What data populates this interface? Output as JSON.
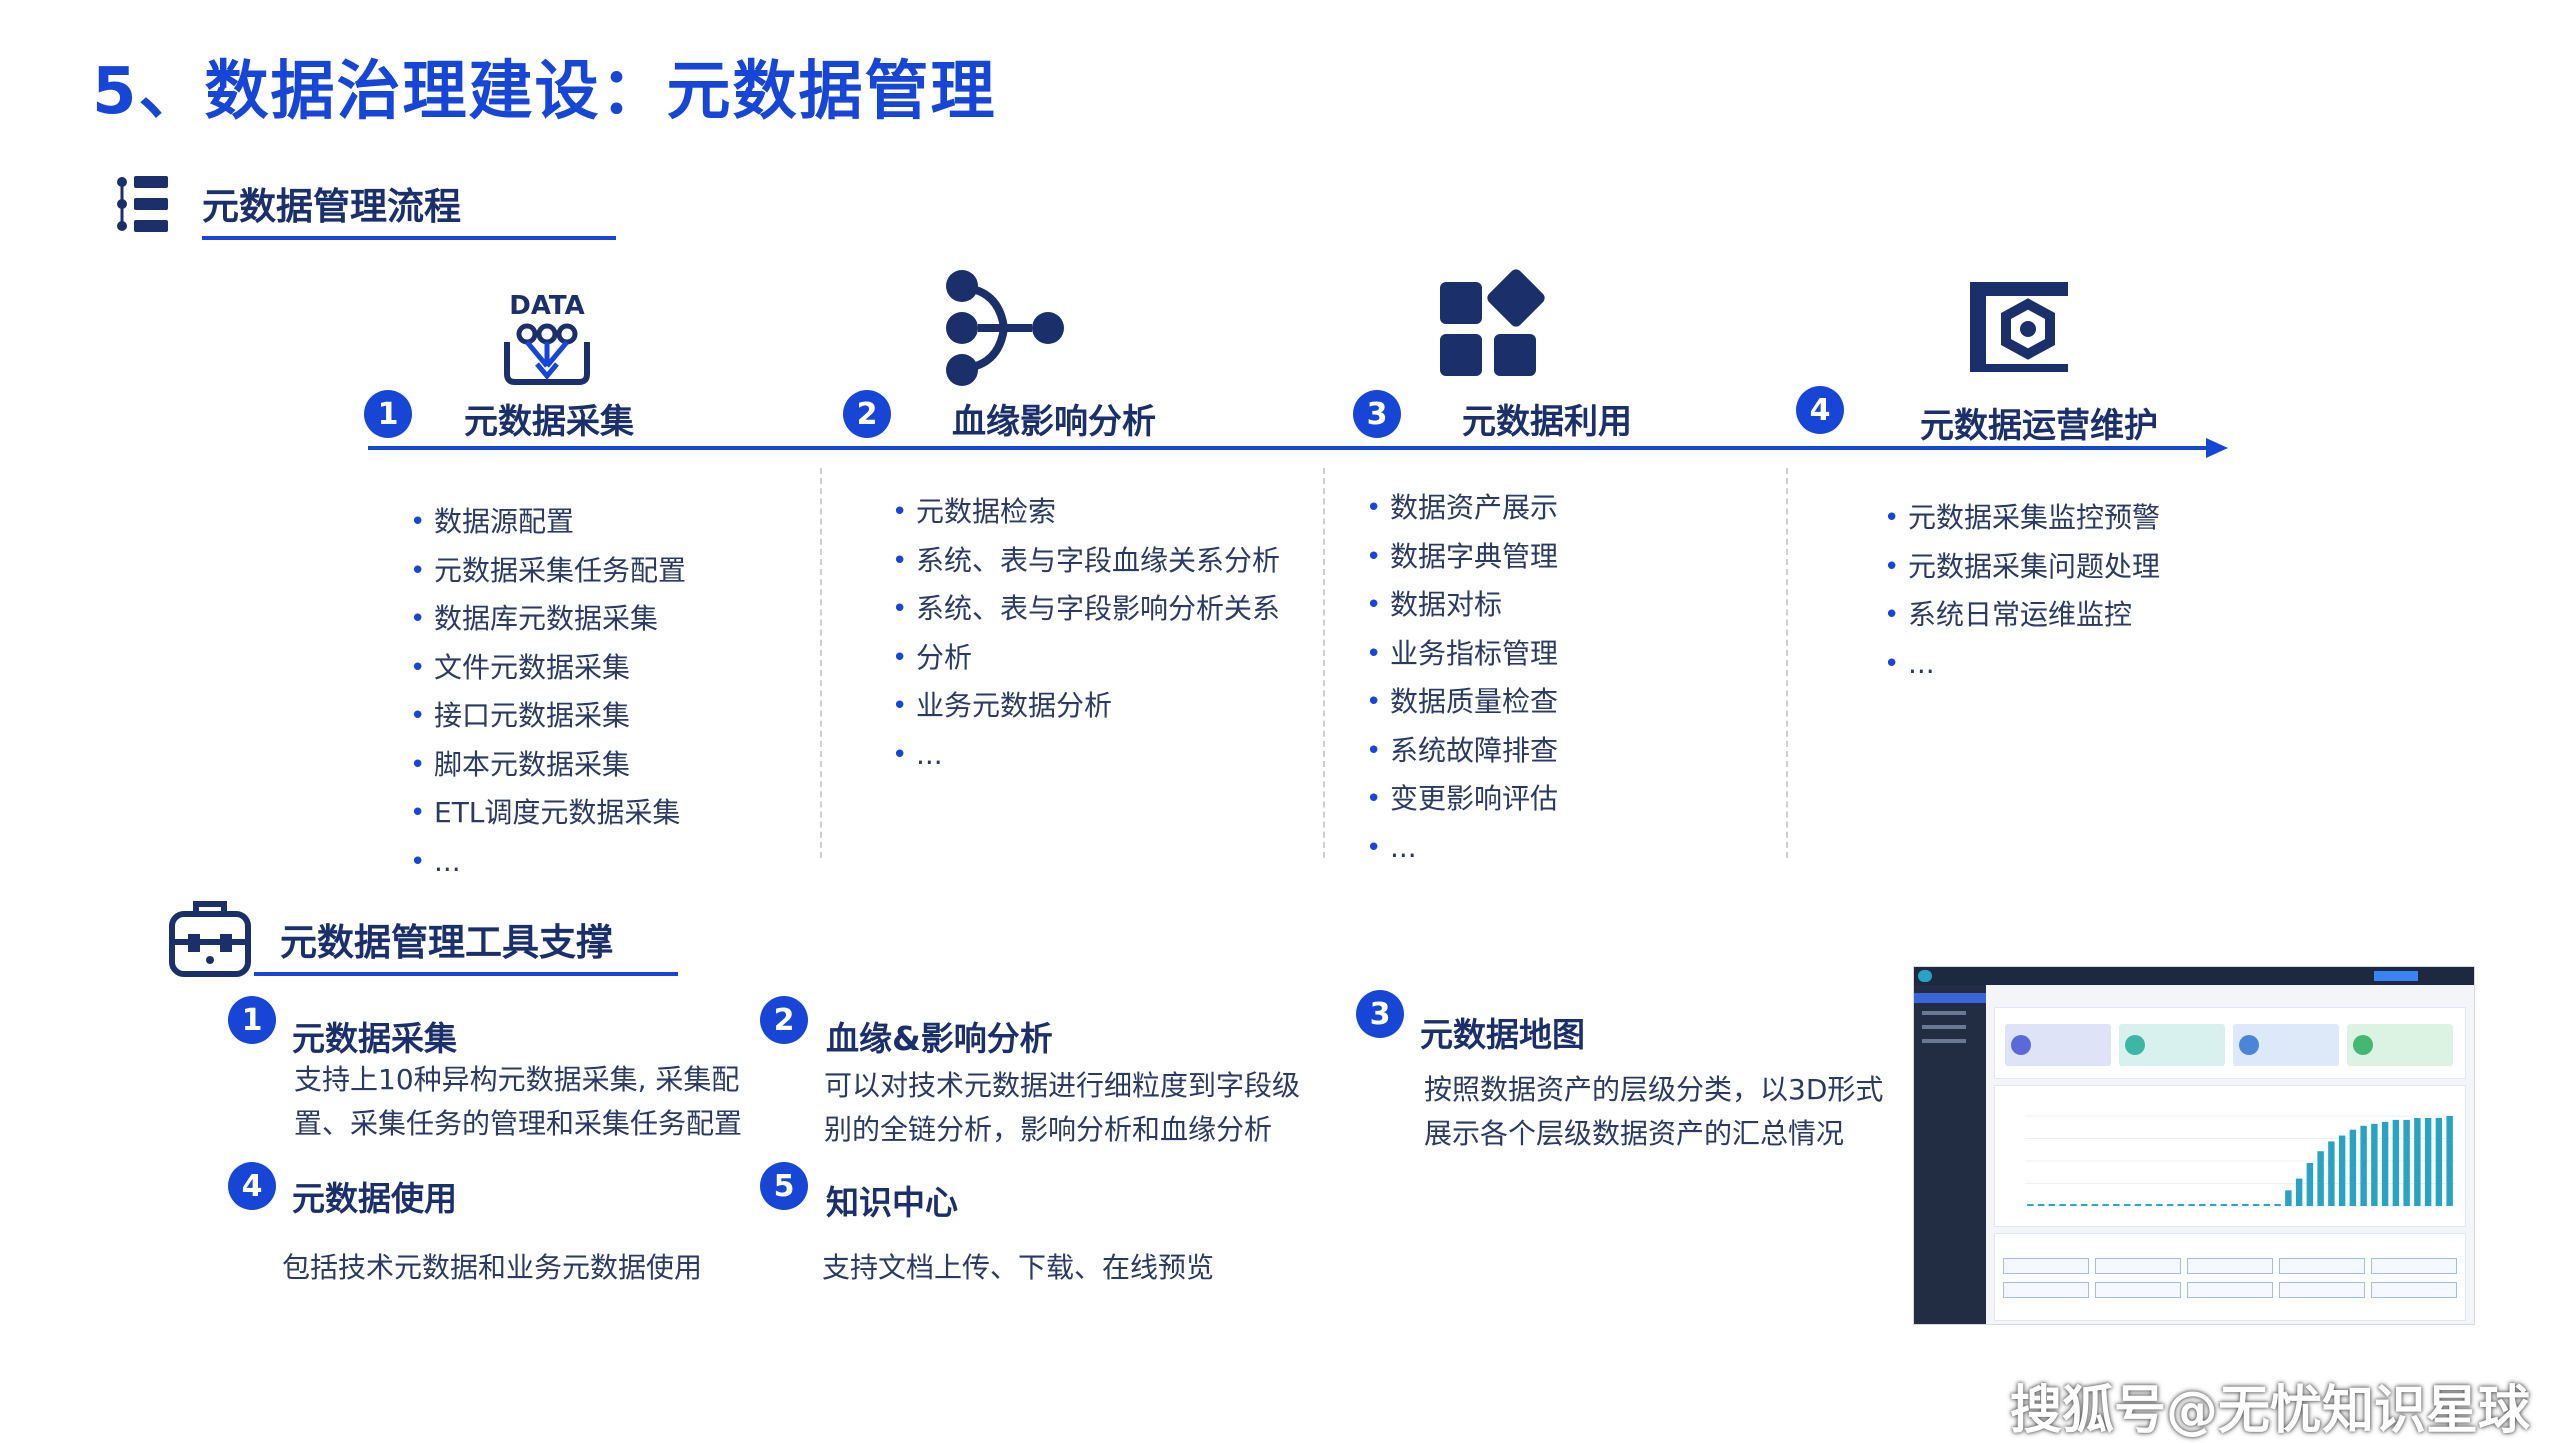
{
  "page": {
    "title": "5、数据治理建设：元数据管理"
  },
  "process_section": {
    "title": "元数据管理流程",
    "stages": [
      {
        "num": "1",
        "label": "元数据采集",
        "icon_text": "DATA",
        "icon": "data-collect-icon",
        "items": [
          "数据源配置",
          "元数据采集任务配置",
          "数据库元数据采集",
          "文件元数据采集",
          "接口元数据采集",
          "脚本元数据采集",
          "ETL调度元数据采集",
          "..."
        ]
      },
      {
        "num": "2",
        "label": "血缘影响分析",
        "icon": "lineage-graph-icon",
        "items": [
          "元数据检索",
          "系统、表与字段血缘关系分析",
          "系统、表与字段影响分析关系",
          "分析",
          "业务元数据分析",
          "..."
        ]
      },
      {
        "num": "3",
        "label": "元数据利用",
        "icon": "apps-grid-icon",
        "items": [
          "数据资产展示",
          "数据字典管理",
          "数据对标",
          "业务指标管理",
          "数据质量检查",
          "系统故障排查",
          "变更影响评估",
          "..."
        ]
      },
      {
        "num": "4",
        "label": "元数据运营维护",
        "icon": "ops-maintenance-icon",
        "items": [
          "元数据采集监控预警",
          "元数据采集问题处理",
          "系统日常运维监控",
          "..."
        ]
      }
    ]
  },
  "tools_section": {
    "title": "元数据管理工具支撑",
    "tools": [
      {
        "num": "1",
        "title": "元数据采集",
        "desc": "支持上10种异构元数据采集, 采集配置、采集任务的管理和采集任务配置"
      },
      {
        "num": "2",
        "title": "血缘&影响分析",
        "desc": "可以对技术元数据进行细粒度到字段级别的全链分析，影响分析和血缘分析"
      },
      {
        "num": "3",
        "title": "元数据地图",
        "desc": "按照数据资产的层级分类，以3D形式展示各个层级数据资产的汇总情况"
      },
      {
        "num": "4",
        "title": "元数据使用",
        "desc": "包括技术元数据和业务元数据使用"
      },
      {
        "num": "5",
        "title": "知识中心",
        "desc": "支持文档上传、下载、在线预览"
      }
    ]
  },
  "screenshot_thumb": {
    "bar_values": [
      1,
      1,
      1,
      1,
      1,
      1,
      1,
      1,
      1,
      1,
      1,
      1,
      1,
      1,
      1,
      1,
      1,
      1,
      1,
      1,
      1,
      1,
      1,
      1,
      8,
      14,
      22,
      28,
      33,
      36,
      39,
      41,
      42,
      43,
      44,
      44,
      45,
      45,
      45,
      46
    ],
    "stat_colors": [
      "#dfe3f7",
      "#d9f1ee",
      "#dde8f8",
      "#dcf3e3"
    ],
    "accent": "#29a3c4"
  },
  "watermark": "搜狐号@无忧知识星球",
  "colors": {
    "primary": "#1746d6",
    "navy": "#1b2f6b",
    "text": "#2b3a63"
  }
}
